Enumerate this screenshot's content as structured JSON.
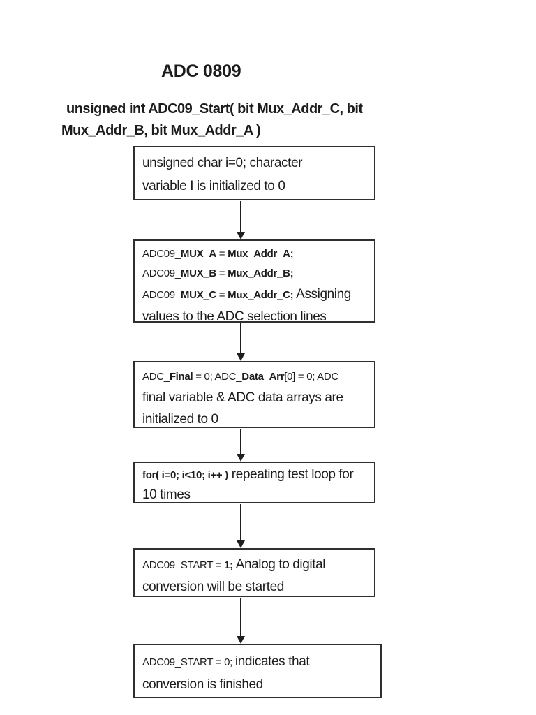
{
  "header": {
    "title": "ADC 0809",
    "signature_line1": "unsigned int ADC09_Start( bit Mux_Addr_C, bit",
    "signature_line2": "Mux_Addr_B, bit Mux_Addr_A )"
  },
  "flowchart": {
    "connector_style": "arrow-down",
    "nodes": [
      {
        "id": "init-char-variable",
        "segments": [
          {
            "style": "desc",
            "text": "unsigned char i=0; character"
          },
          {
            "style": "br"
          },
          {
            "style": "desc",
            "text": "variable I is initialized to 0"
          }
        ]
      },
      {
        "id": "assign-mux-selection-lines",
        "segments": [
          {
            "style": "code",
            "text": "ADC09_"
          },
          {
            "style": "codeb",
            "text": "MUX_A"
          },
          {
            "style": "code",
            "text": " = "
          },
          {
            "style": "codeb",
            "text": "Mux_Addr_A;"
          },
          {
            "style": "br"
          },
          {
            "style": "code",
            "text": "ADC09_"
          },
          {
            "style": "codeb",
            "text": "MUX_B"
          },
          {
            "style": "code",
            "text": " = "
          },
          {
            "style": "codeb",
            "text": "Mux_Addr_B;"
          },
          {
            "style": "br"
          },
          {
            "style": "code",
            "text": "ADC09_"
          },
          {
            "style": "codeb",
            "text": "MUX_C"
          },
          {
            "style": "code",
            "text": " = "
          },
          {
            "style": "codeb",
            "text": "Mux_Addr_C;"
          },
          {
            "style": "desc",
            "text": " Assigning"
          },
          {
            "style": "br"
          },
          {
            "style": "desc",
            "text": "values to the ADC selection lines"
          }
        ]
      },
      {
        "id": "init-adc-final-and-array",
        "segments": [
          {
            "style": "code",
            "text": "ADC_"
          },
          {
            "style": "codeb",
            "text": "Final"
          },
          {
            "style": "code",
            "text": " = 0;  ADC_"
          },
          {
            "style": "codeb",
            "text": "Data_Arr"
          },
          {
            "style": "code",
            "text": "[0] = 0; ADC"
          },
          {
            "style": "br"
          },
          {
            "style": "desc",
            "text": "final variable & ADC data arrays are"
          },
          {
            "style": "br"
          },
          {
            "style": "desc",
            "text": "initialized to 0"
          }
        ]
      },
      {
        "id": "for-loop-ten-times",
        "segments": [
          {
            "style": "codeb",
            "text": "for( i=0; i<10; i++ )"
          },
          {
            "style": "desc",
            "text": " repeating test loop for"
          },
          {
            "style": "br"
          },
          {
            "style": "desc",
            "text": "10 times"
          }
        ]
      },
      {
        "id": "start-conversion",
        "segments": [
          {
            "style": "code",
            "text": "ADC09_START = "
          },
          {
            "style": "codeb",
            "text": "1;"
          },
          {
            "style": "desc",
            "text": " Analog to digital"
          },
          {
            "style": "br"
          },
          {
            "style": "desc",
            "text": "conversion will be started"
          }
        ]
      },
      {
        "id": "conversion-finished",
        "segments": [
          {
            "style": "code",
            "text": "ADC09_START = 0;   "
          },
          {
            "style": "desc",
            "text": "indicates that"
          },
          {
            "style": "br"
          },
          {
            "style": "desc",
            "text": "conversion is finished"
          }
        ]
      }
    ]
  },
  "colors": {
    "text": "#1c1c1c",
    "border": "#2f2f2f",
    "background": "#ffffff"
  }
}
